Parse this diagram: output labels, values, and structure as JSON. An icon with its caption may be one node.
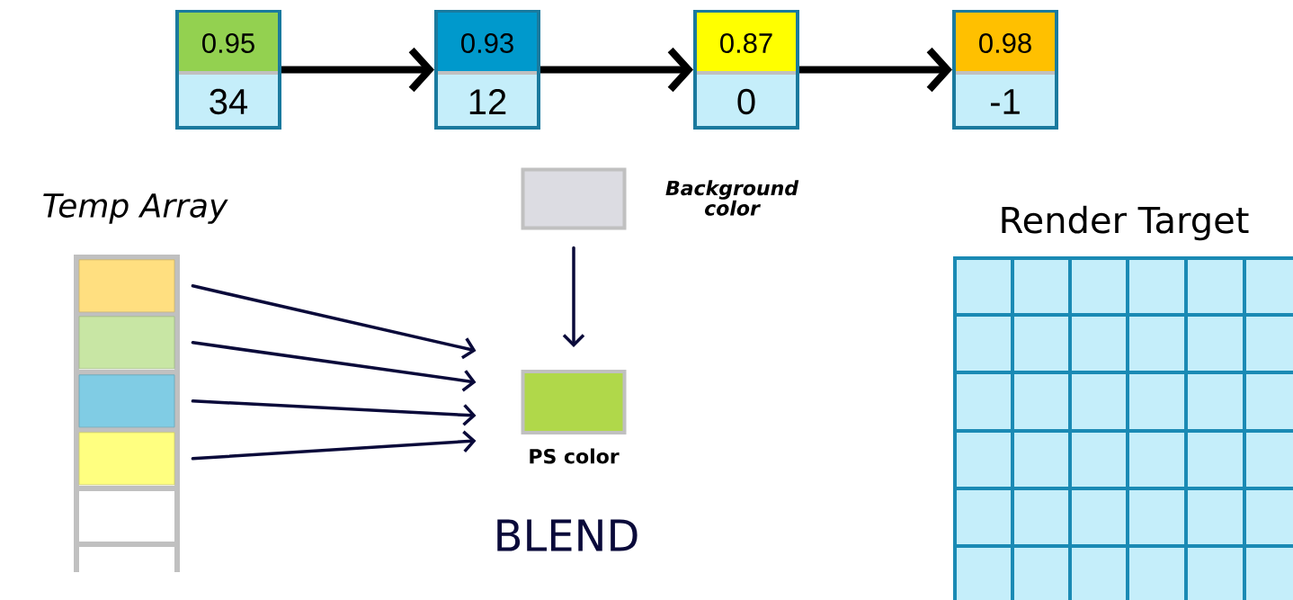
{
  "diagram": {
    "nodes": [
      {
        "text": [
          "0.95",
          "34"
        ]
      },
      {
        "text": [
          "0.93",
          "12"
        ]
      },
      {
        "text": [
          "0.87",
          "0"
        ]
      },
      {
        "text": [
          "0.98",
          "-1"
        ]
      },
      {
        "text": [
          "Temp Array"
        ]
      },
      {
        "text": [],
        "shape": "box",
        "in": 4
      },
      {
        "text": [],
        "shape": "box",
        "in": 4
      },
      {
        "text": [],
        "shape": "box",
        "in": 4
      },
      {
        "text": [],
        "shape": "box",
        "in": 4
      },
      {
        "text": [
          "Background color"
        ]
      },
      {
        "text": [
          "PS color"
        ]
      },
      {
        "text": [
          "Render Target"
        ]
      }
    ],
    "edges": [
      {
        "from": 0,
        "to": 1,
        "arrow": "to",
        "style": "thick",
        "color": "#000000"
      },
      {
        "from": 1,
        "to": 2,
        "arrow": "to",
        "style": "thick",
        "color": "#000000"
      },
      {
        "from": 2,
        "to": 3,
        "arrow": "to",
        "style": "thick",
        "color": "#000000"
      },
      {
        "from": 5,
        "to": 10,
        "arrow": "to"
      },
      {
        "from": 6,
        "to": 10,
        "arrow": "to"
      },
      {
        "from": 7,
        "to": 10,
        "arrow": "to"
      },
      {
        "from": 8,
        "to": 10,
        "arrow": "to"
      },
      {
        "from": 9,
        "to": 10,
        "arrow": "to"
      }
    ],
    "labels": [
      "BLEND"
    ]
  }
}
